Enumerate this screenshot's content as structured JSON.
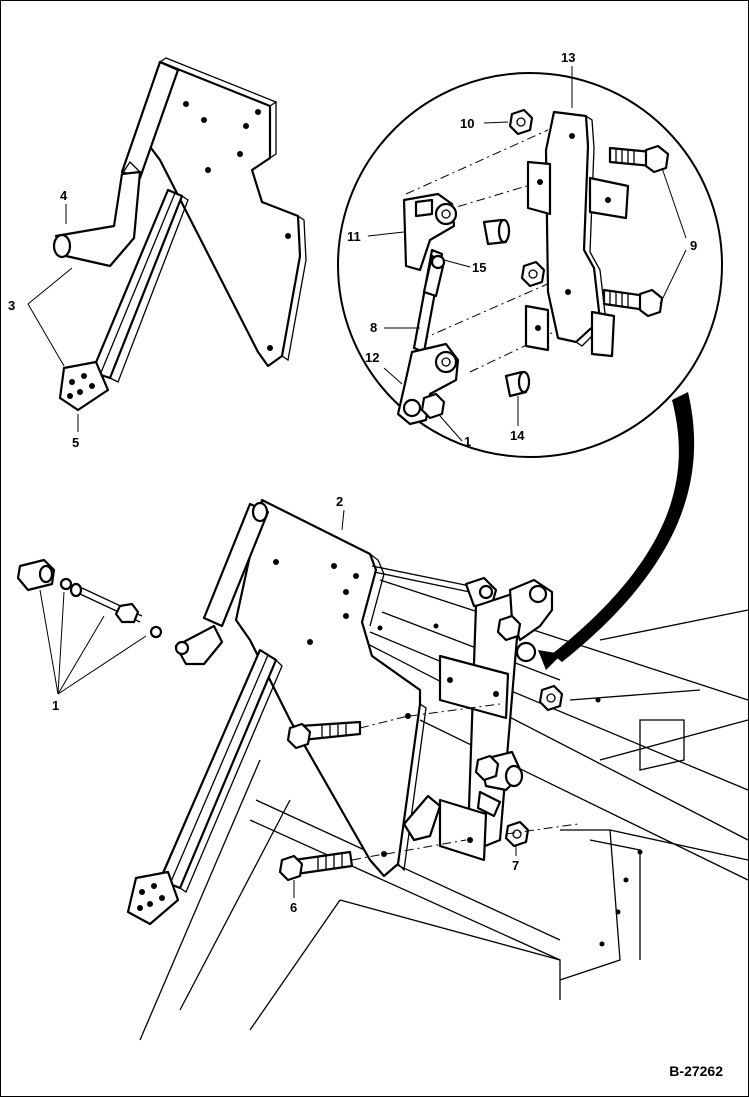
{
  "callouts": {
    "c1": "1",
    "c2": "2",
    "c3": "3",
    "c4": "4",
    "c5": "5",
    "c6": "6",
    "c7": "7",
    "c8": "8",
    "c9": "9",
    "c10": "10",
    "c11": "11",
    "c12": "12",
    "c13": "13",
    "c14": "14",
    "c15": "15",
    "c16": "1"
  },
  "figure_id": "B-27262"
}
